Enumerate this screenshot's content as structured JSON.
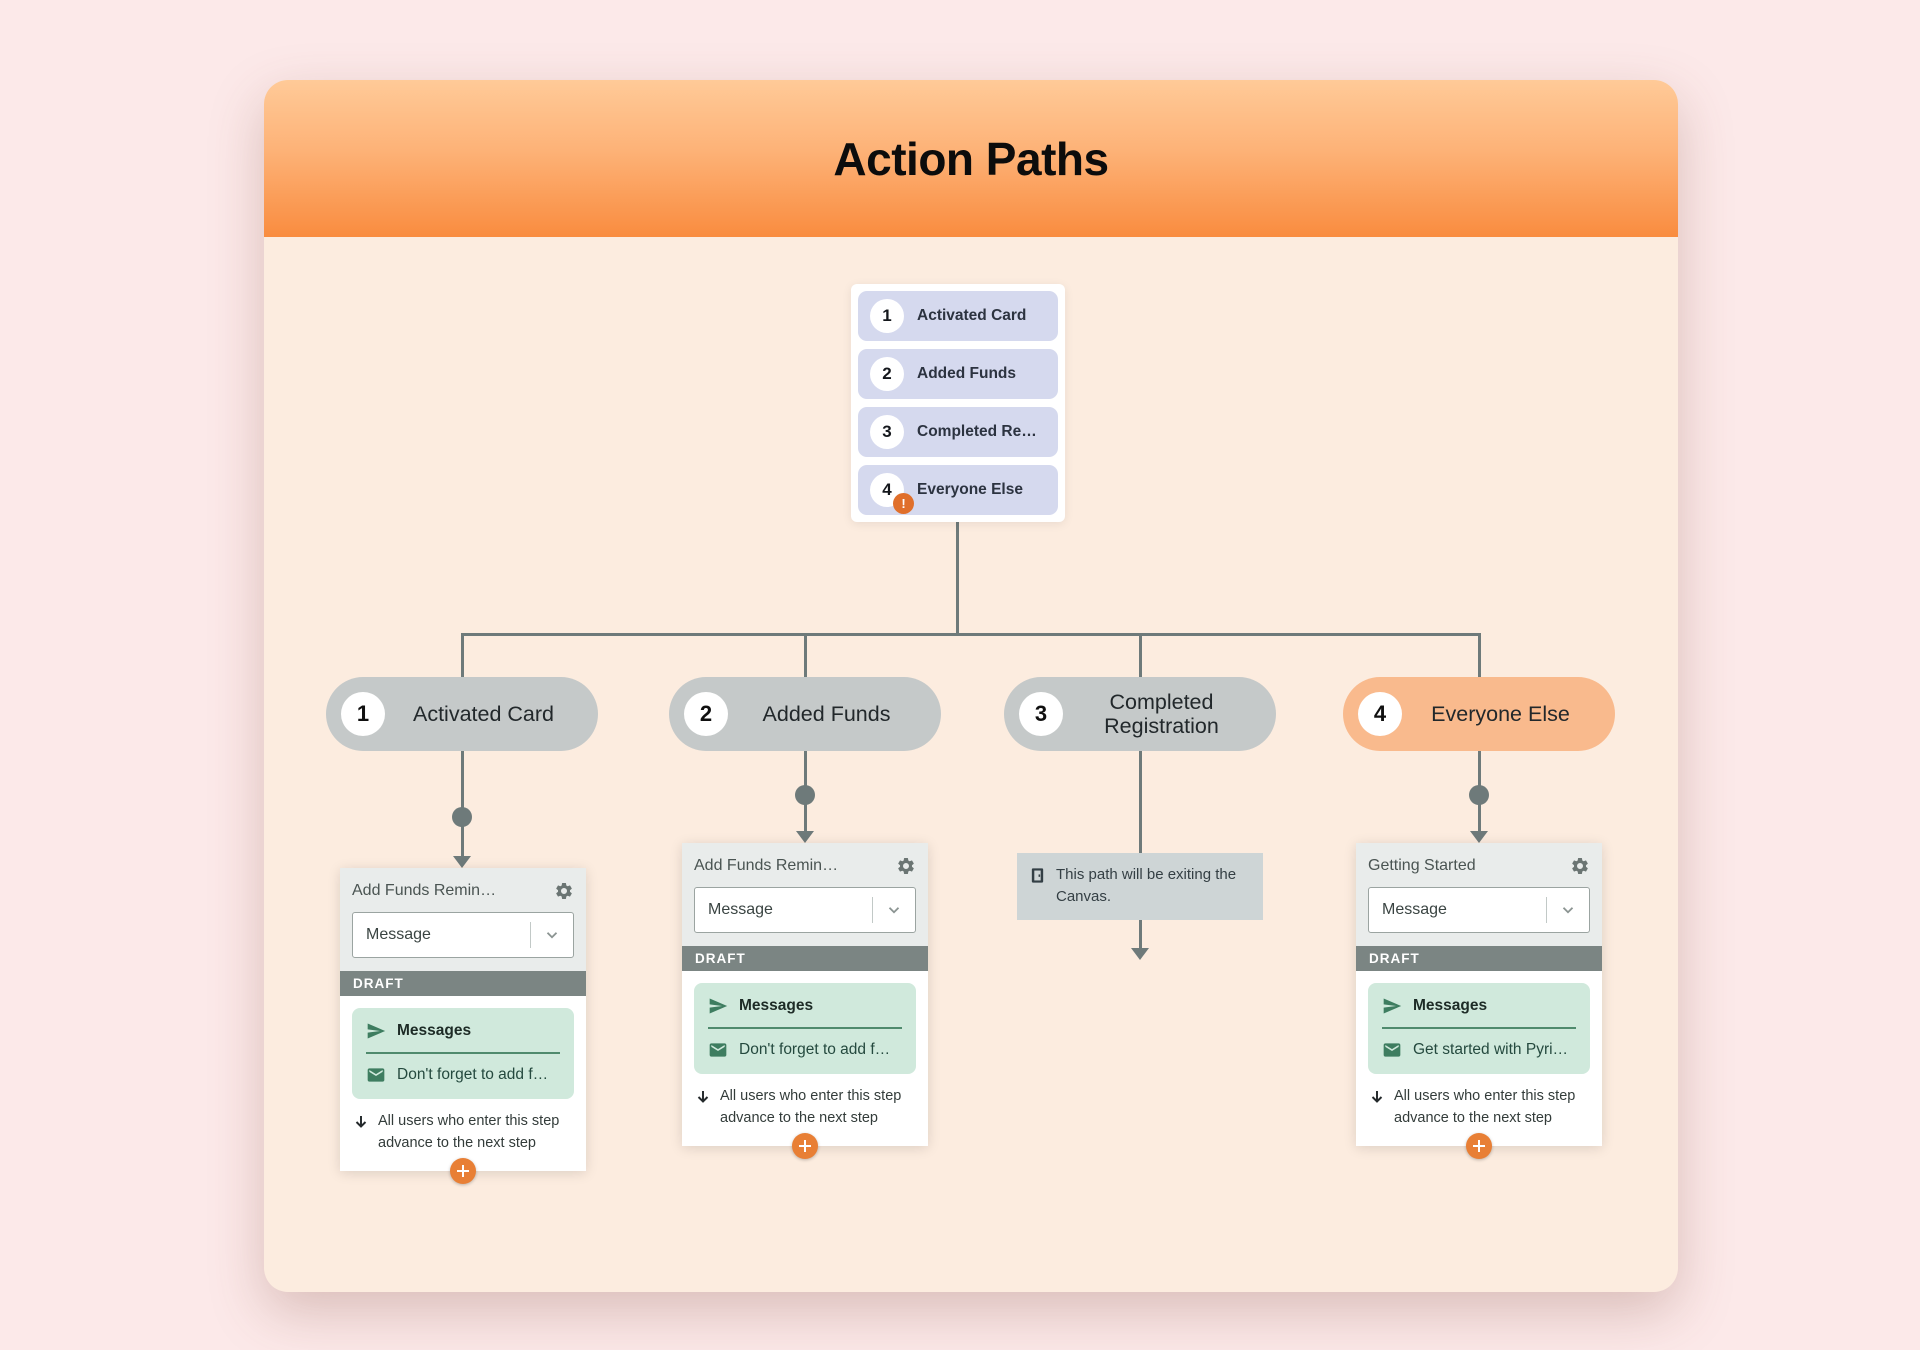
{
  "header": {
    "title": "Action Paths"
  },
  "selector": {
    "steps": [
      {
        "num": "1",
        "label": "Activated Card"
      },
      {
        "num": "2",
        "label": "Added Funds"
      },
      {
        "num": "3",
        "label": "Completed Re…"
      },
      {
        "num": "4",
        "label": "Everyone Else",
        "warning": "!"
      }
    ]
  },
  "branches": [
    {
      "num": "1",
      "label": "Activated Card"
    },
    {
      "num": "2",
      "label": "Added Funds"
    },
    {
      "num": "3",
      "label": "Completed Registration"
    },
    {
      "num": "4",
      "label": "Everyone Else"
    }
  ],
  "cards": [
    {
      "title": "Add Funds Remin…",
      "channel": "Message",
      "status": "DRAFT",
      "group": "Messages",
      "message": "Don't forget to add f…",
      "advance_note": "All users who enter this step advance to the next step"
    },
    {
      "title": "Add Funds Remin…",
      "channel": "Message",
      "status": "DRAFT",
      "group": "Messages",
      "message": "Don't forget to add f…",
      "advance_note": "All users who enter this step advance to the next step"
    },
    {
      "title": "Getting Started",
      "channel": "Message",
      "status": "DRAFT",
      "group": "Messages",
      "message": "Get started with Pyri…",
      "advance_note": "All users who enter this step advance to the next step"
    }
  ],
  "exit_note": {
    "text": "This path will be exiting the Canvas."
  },
  "palette": {
    "page_background": "#fce9e9",
    "panel_body": "#fcecdf",
    "header_gradient_top": "#ffca98",
    "header_gradient_bottom": "#f98c3f",
    "selector_row": "#d5d9ee",
    "pill_gray": "#c5c9c9",
    "pill_orange": "#f9ba8d",
    "connector": "#6e7a7a",
    "draft_bar": "#7b8583",
    "message_group": "#d0e9dc",
    "message_green": "#3e7d60",
    "accent_orange": "#e87f35",
    "warning_orange": "#e06f2b",
    "exit_note_bg": "#ced5d6"
  }
}
